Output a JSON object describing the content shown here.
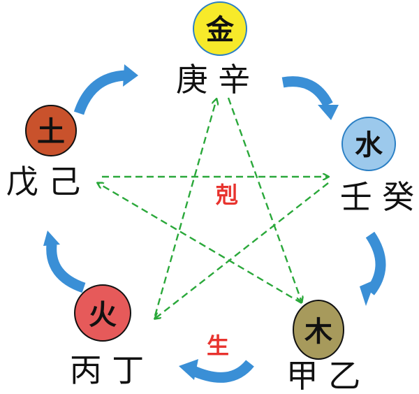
{
  "elements": {
    "metal": {
      "label": "金",
      "stems": "庚 辛",
      "color": "#f7ea2a"
    },
    "water": {
      "label": "水",
      "stems": "壬 癸",
      "color": "#9cc9ec"
    },
    "wood": {
      "label": "木",
      "stems": "甲 乙",
      "color": "#a79a5c"
    },
    "fire": {
      "label": "火",
      "stems": "丙 丁",
      "color": "#e65a5a"
    },
    "earth": {
      "label": "土",
      "stems": "戊 己",
      "color": "#c9522c"
    }
  },
  "labels": {
    "control": "剋",
    "generate": "生"
  },
  "colors": {
    "control_label": "#e8332e",
    "generate_arrow": "#3a8fd6",
    "control_line": "#2aa83a"
  }
}
